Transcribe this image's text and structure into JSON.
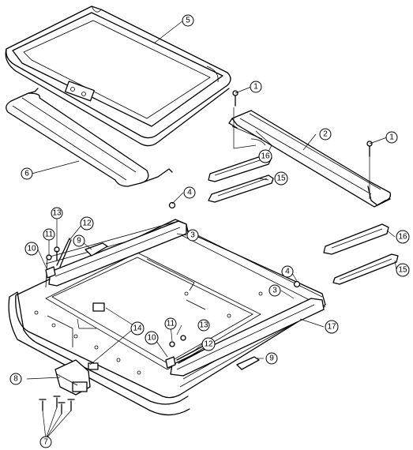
{
  "diagram": {
    "callouts": [
      {
        "id": "c5",
        "label": "5"
      },
      {
        "id": "c6",
        "label": "6"
      },
      {
        "id": "c1a",
        "label": "1"
      },
      {
        "id": "c1b",
        "label": "1"
      },
      {
        "id": "c2",
        "label": "2"
      },
      {
        "id": "c16a",
        "label": "16"
      },
      {
        "id": "c15a",
        "label": "15"
      },
      {
        "id": "c4a",
        "label": "4"
      },
      {
        "id": "c3a",
        "label": "3"
      },
      {
        "id": "c13a",
        "label": "13"
      },
      {
        "id": "c12a",
        "label": "12"
      },
      {
        "id": "c11a",
        "label": "11"
      },
      {
        "id": "c9a",
        "label": "9"
      },
      {
        "id": "c10a",
        "label": "10"
      },
      {
        "id": "c16b",
        "label": "16"
      },
      {
        "id": "c15b",
        "label": "15"
      },
      {
        "id": "c4b",
        "label": "4"
      },
      {
        "id": "c3b",
        "label": "3"
      },
      {
        "id": "c17",
        "label": "17"
      },
      {
        "id": "c14",
        "label": "14"
      },
      {
        "id": "c11b",
        "label": "11"
      },
      {
        "id": "c13b",
        "label": "13"
      },
      {
        "id": "c10b",
        "label": "10"
      },
      {
        "id": "c12b",
        "label": "12"
      },
      {
        "id": "c9b",
        "label": "9"
      },
      {
        "id": "c8",
        "label": "8"
      },
      {
        "id": "c7",
        "label": "7"
      }
    ]
  }
}
